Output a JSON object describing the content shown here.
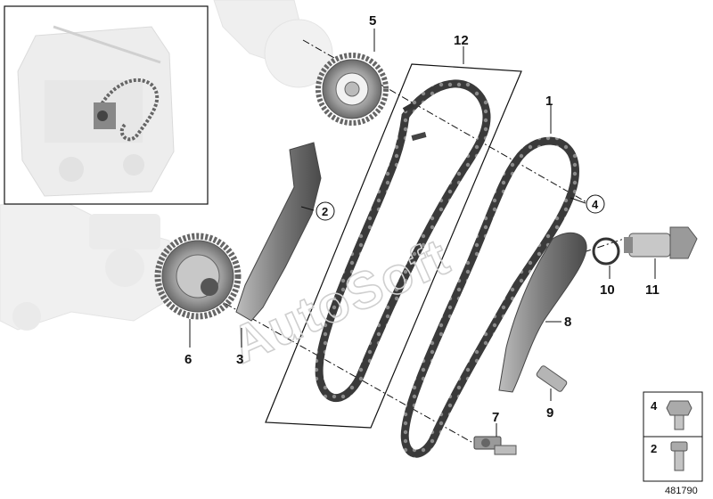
{
  "diagram": {
    "callouts": {
      "c1": "1",
      "c2": "2",
      "c3": "3",
      "c4": "4",
      "c5": "5",
      "c6": "6",
      "c7": "7",
      "c8": "8",
      "c9": "9",
      "c10": "10",
      "c11": "11",
      "c12": "12"
    },
    "legend": {
      "item_4": "4",
      "item_2": "2"
    },
    "document_number": "481790",
    "watermark": "AutoSoft",
    "colors": {
      "line": "#111111",
      "ghost": "#d4d4d4",
      "part": "#9a9a9a",
      "part_dark": "#555555"
    }
  }
}
